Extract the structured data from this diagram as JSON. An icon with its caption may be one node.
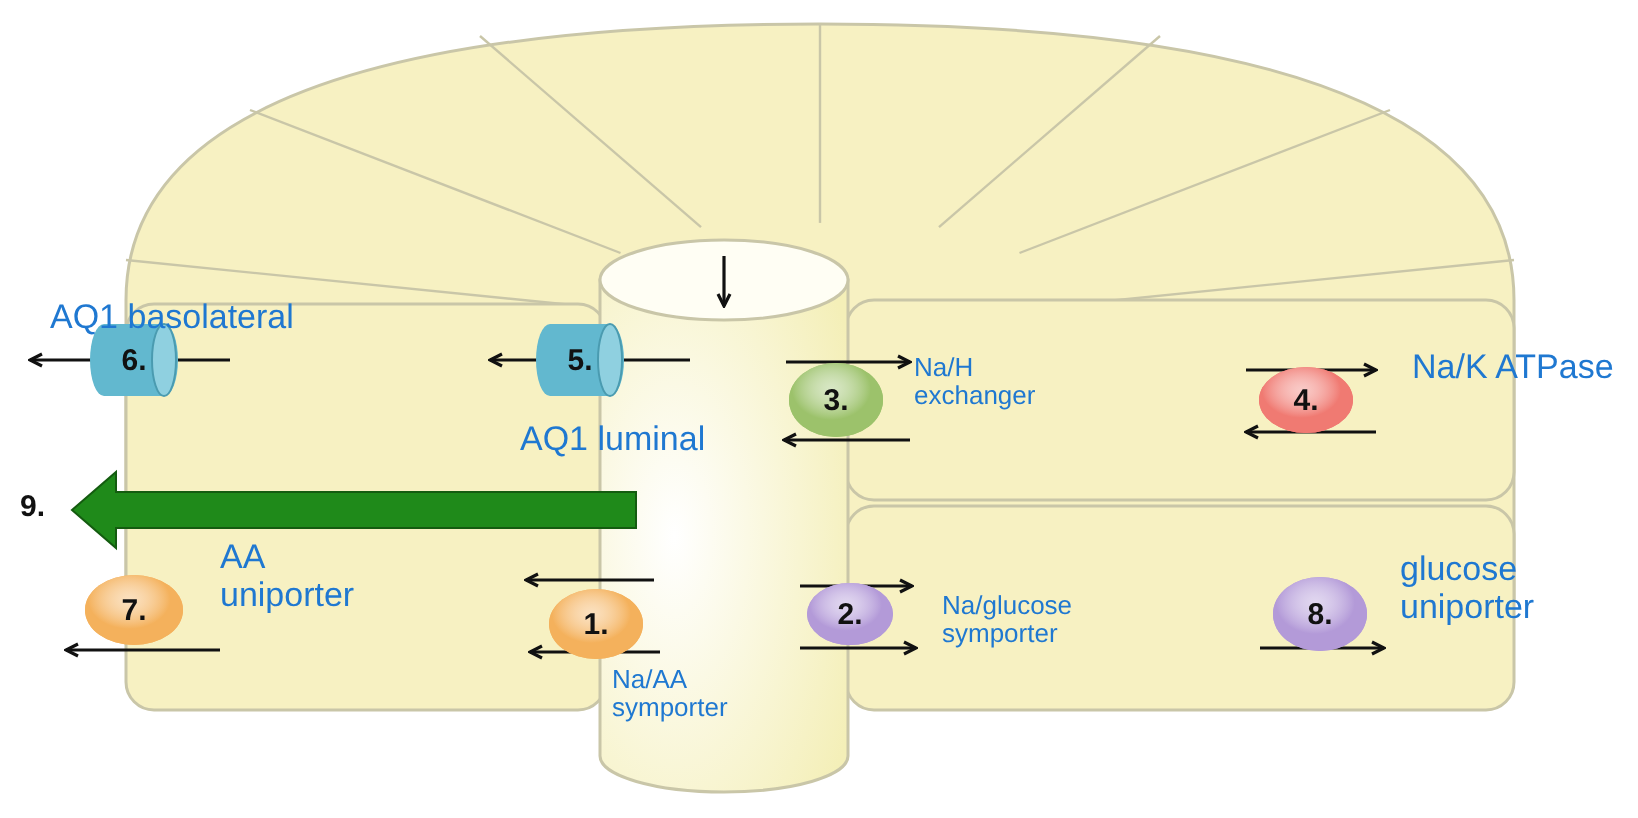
{
  "diagram": {
    "nodes": [
      {
        "text": [
          "6."
        ],
        "beside": [
          "AQ1 basolateral"
        ]
      },
      {
        "text": [
          "5."
        ],
        "beside": [
          "AQ1 luminal"
        ]
      },
      {
        "text": [
          "3."
        ],
        "beside": [
          "Na/H exchanger"
        ]
      },
      {
        "text": [
          "4."
        ],
        "beside": [
          "Na/K ATPase"
        ]
      },
      {
        "text": [
          "7."
        ],
        "beside": [
          "AA uniporter"
        ]
      },
      {
        "text": [
          "1."
        ],
        "beside": [
          "Na/AA symporter"
        ]
      },
      {
        "text": [
          "2."
        ],
        "beside": [
          "Na/glucose symporter"
        ]
      },
      {
        "text": [
          "8."
        ],
        "beside": [
          "glucose uniporter"
        ]
      }
    ],
    "labels": [
      "9."
    ]
  }
}
